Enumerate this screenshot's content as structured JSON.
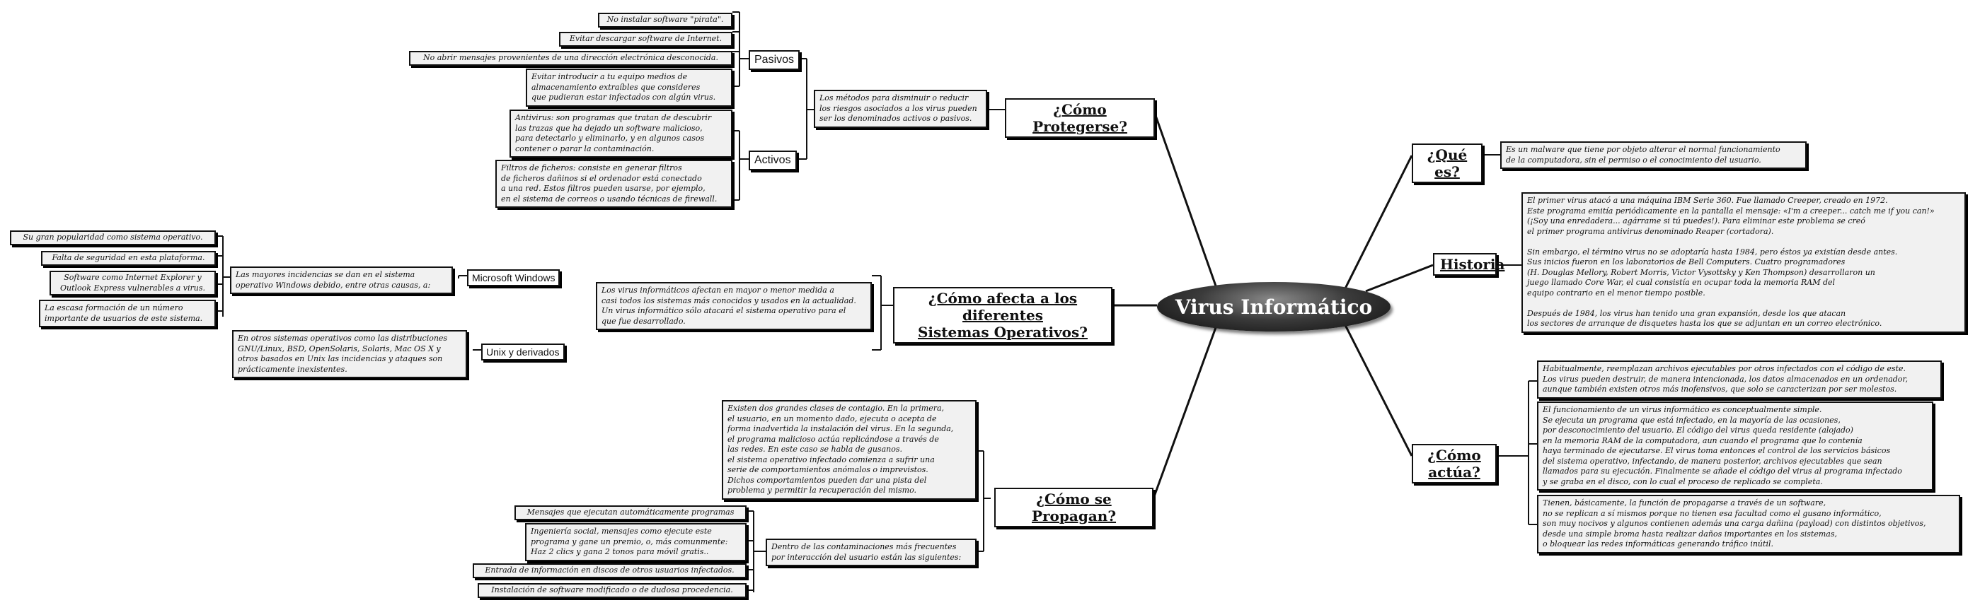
{
  "central": {
    "title": "Virus Informático"
  },
  "branches": {
    "que_es": {
      "label": "¿Qué es?",
      "text": "Es un malware que tiene por objeto alterar el normal funcionamiento\nde la computadora, sin el permiso o el conocimiento del usuario."
    },
    "historia": {
      "label": "Historia",
      "text": "El primer virus atacó a una máquina IBM Serie 360. Fue llamado Creeper, creado en 1972.\nEste programa emitía periódicamente en la pantalla el mensaje: «I'm a creeper... catch me if you can!»\n(¡Soy una enredadera... agárrame si tú puedes!). Para eliminar este problema se creó\nel primer programa antivirus denominado Reaper (cortadora).\n\nSin embargo, el término virus no se adoptaría hasta 1984, pero éstos ya existían desde antes.\nSus inicios fueron en los laboratorios de Bell Computers. Cuatro programadores\n(H. Douglas Mellory, Robert Morris, Victor Vysottsky y Ken Thompson) desarrollaron un\njuego llamado Core War, el cual consistía en ocupar toda la memoria RAM del\nequipo contrario en el menor tiempo posible.\n\nDespués de 1984, los virus han tenido una gran expansión, desde los que atacan\nlos sectores de arranque de disquetes hasta los que se adjuntan en un correo electrónico."
    },
    "como_actua": {
      "label": "¿Cómo actúa?",
      "items": [
        "Habitualmente, reemplazan archivos ejecutables por otros infectados con el código de este.\nLos virus pueden destruir, de manera intencionada, los datos almacenados en un ordenador,\naunque también existen otros más inofensivos, que solo se caracterizan por ser molestos.",
        "El funcionamiento de un virus informático es conceptualmente simple.\nSe ejecuta un programa que está infectado, en la mayoría de las ocasiones,\npor desconocimiento del usuario. El código del virus queda residente (alojado)\nen la memoria RAM de la computadora, aun cuando el programa que lo contenía\nhaya terminado de ejecutarse. El virus toma entonces el control de los servicios básicos\ndel sistema operativo, infectando, de manera posterior, archivos ejecutables que sean\nllamados para su ejecución. Finalmente se añade el código del virus al programa infectado\ny se graba en el disco, con lo cual el proceso de replicado se completa.",
        "Tienen, básicamente, la función de propagarse a través de un software,\nno se replican a sí mismos porque no tienen esa facultad como el gusano informático,\nson muy nocivos y algunos contienen además una carga dañina (payload) con distintos objetivos,\ndesde una simple broma hasta realizar daños importantes en los sistemas,\no bloquear las redes informáticas generando tráfico inútil."
      ]
    },
    "proteger": {
      "label": "¿Cómo Protegerse?",
      "text": "Los métodos para disminuir o reducir\nlos riesgos asociados a los virus pueden\nser los denominados activos o pasivos.",
      "pasivos": {
        "label": "Pasivos",
        "items": [
          "No instalar software \"pirata\".",
          "Evitar descargar software de Internet.",
          "No abrir mensajes provenientes de una dirección electrónica desconocida.",
          "Evitar introducir a tu equipo medios de\nalmacenamiento extraíbles que consideres\nque pudieran estar infectados con algún virus."
        ]
      },
      "activos": {
        "label": "Activos",
        "items": [
          "Antivirus: son programas que tratan de descubrir\nlas trazas que ha dejado un software malicioso,\npara detectarlo y eliminarlo, y en algunos casos\ncontener o parar la contaminación.",
          "Filtros de ficheros: consiste en generar filtros\nde ficheros dañinos si el ordenador está conectado\na una red. Estos filtros pueden usarse, por ejemplo,\nen el sistema de correos o usando técnicas de firewall."
        ]
      }
    },
    "sistemas": {
      "label": "¿Cómo afecta a los diferentes\nSistemas Operativos?",
      "text": "Los virus informáticos afectan en mayor o menor medida a\ncasi todos los sistemas más conocidos y usados en la actualidad.\nUn virus informático sólo atacará el sistema operativo para el\nque fue desarrollado.",
      "windows": {
        "label": "Microsoft Windows",
        "text": "Las mayores incidencias se dan en el sistema\noperativo Windows debido, entre otras causas, a:",
        "items": [
          "Su gran popularidad como sistema operativo.",
          "Falta de seguridad en esta plataforma.",
          "Software como Internet Explorer y\nOutlook Express vulnerables a virus.",
          "La escasa formación de un número\nimportante de usuarios de este sistema."
        ]
      },
      "unix": {
        "label": "Unix y derivados",
        "text": "En otros sistemas operativos como las distribuciones\nGNU/Linux, BSD, OpenSolaris, Solaris, Mac OS X y\notros basados en Unix las incidencias y ataques son\nprácticamente inexistentes."
      }
    },
    "propagan": {
      "label": "¿Cómo se Propagan?",
      "text": "Existen dos grandes clases de contagio. En la primera,\nel usuario, en un momento dado, ejecuta o acepta de\nforma inadvertida la instalación del virus. En la segunda,\nel programa malicioso actúa replicándose a través de\nlas redes. En este caso se habla de gusanos.\nel sistema operativo infectado comienza a sufrir una\nserie de comportamientos anómalos o imprevistos.\nDichos comportamientos pueden dar una pista del\nproblema y permitir la recuperación del mismo.",
      "contam": {
        "text": "Dentro de las contaminaciones más frecuentes\npor interacción del usuario están las siguientes:",
        "items": [
          "Mensajes que ejecutan automáticamente programas",
          "Ingeniería social, mensajes como ejecute este\nprograma y gane un premio, o, más comunmente:\nHaz 2 clics y gana 2 tonos para móvil gratis..",
          "Entrada de información en discos de otros usuarios infectados.",
          "Instalación de software modificado o de dudosa procedencia."
        ]
      }
    }
  }
}
